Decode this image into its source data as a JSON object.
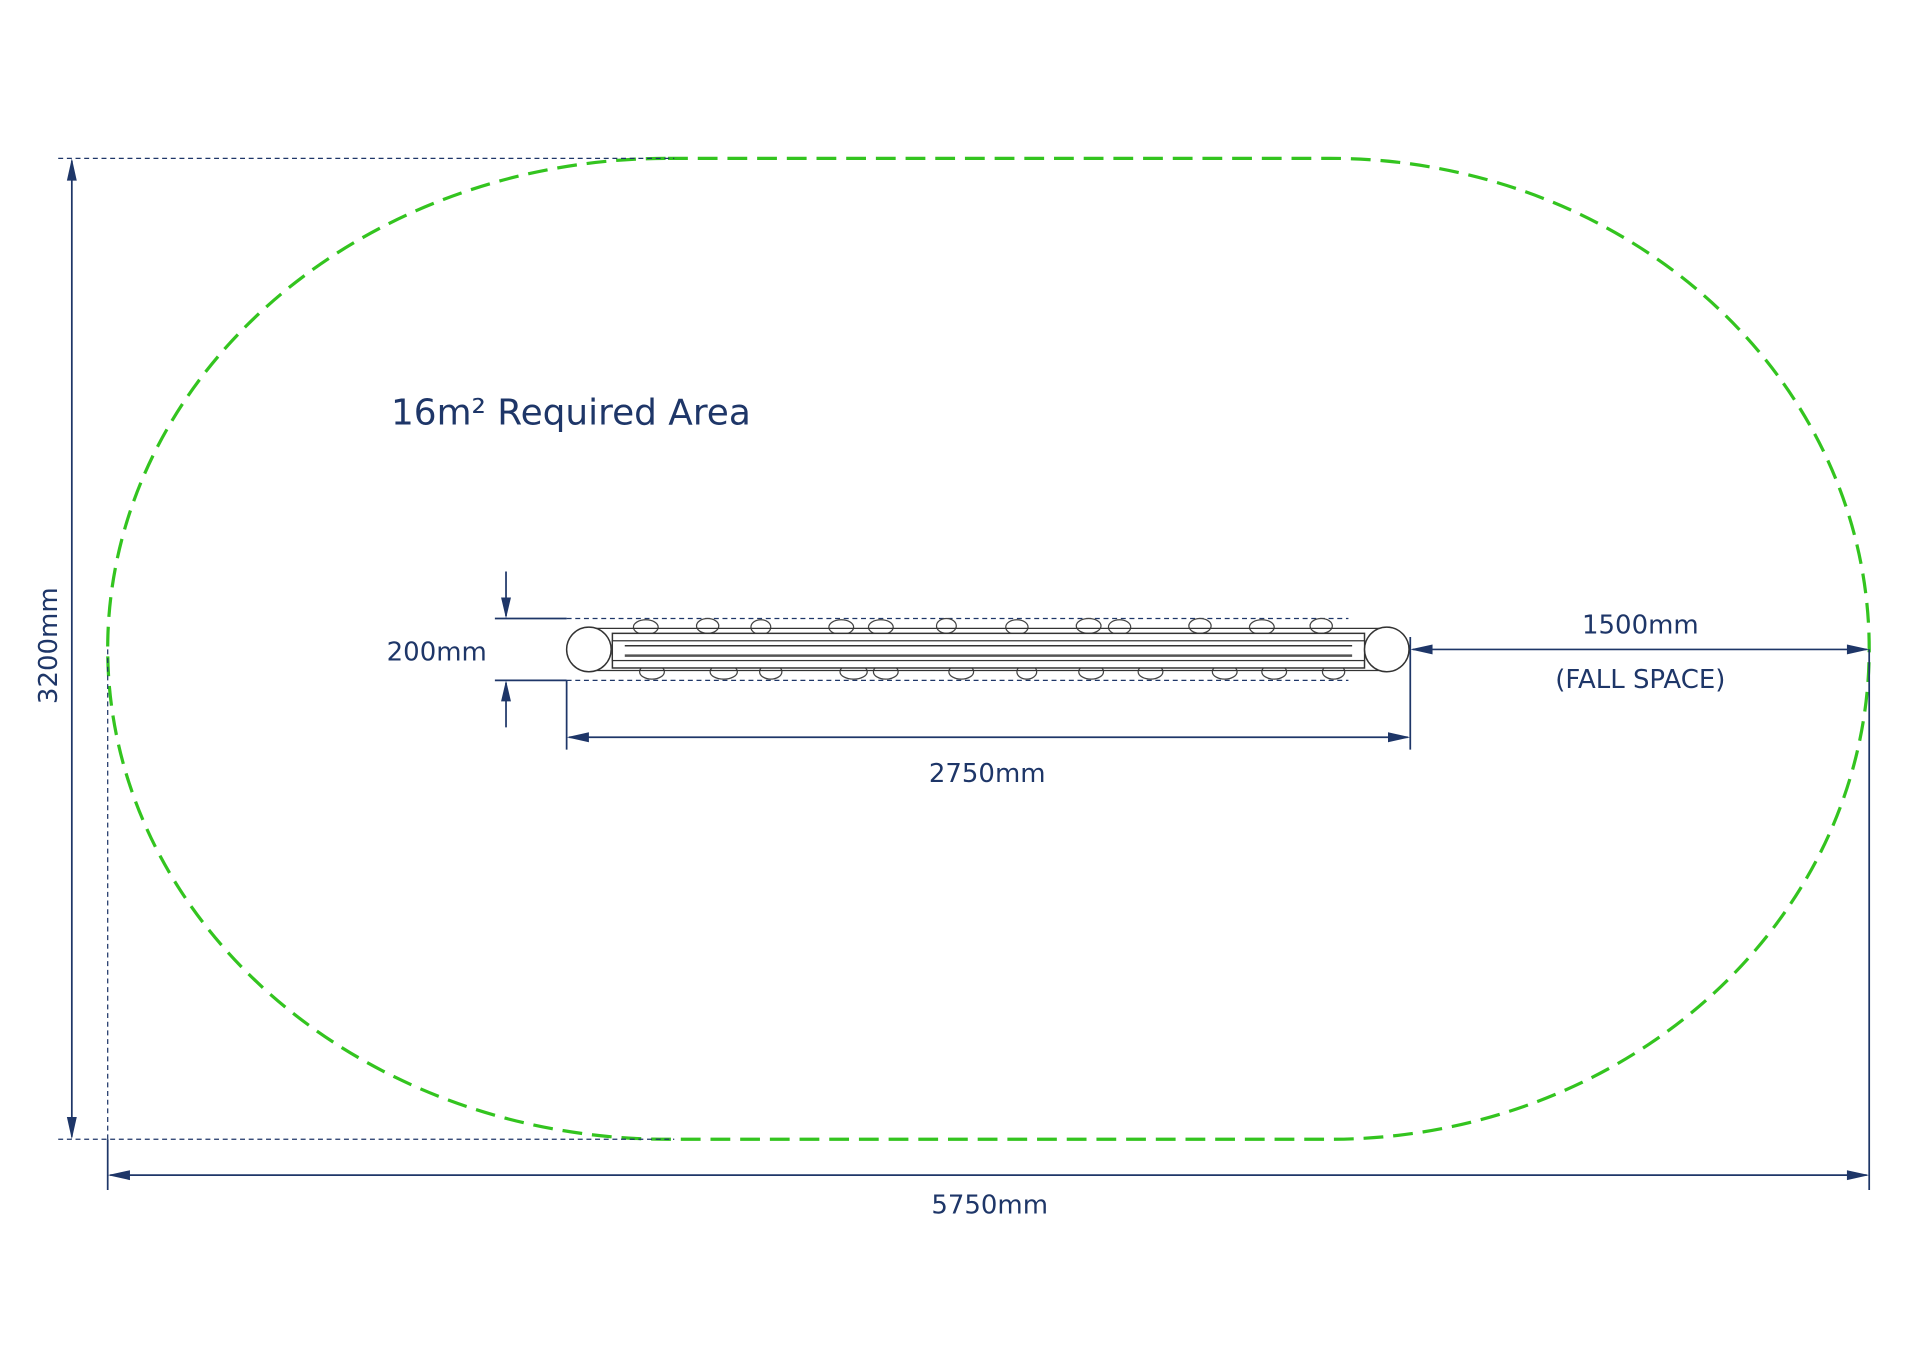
{
  "title": "16m² Required Area",
  "dimensions": {
    "height": "3200mm",
    "width": "5750mm",
    "beam_length": "2750mm",
    "beam_width": "200mm",
    "fall_space": "1500mm",
    "fall_space_label": "(FALL SPACE)"
  },
  "colors": {
    "dimension": "#1e3668",
    "fall_zone": "#33c41f"
  }
}
